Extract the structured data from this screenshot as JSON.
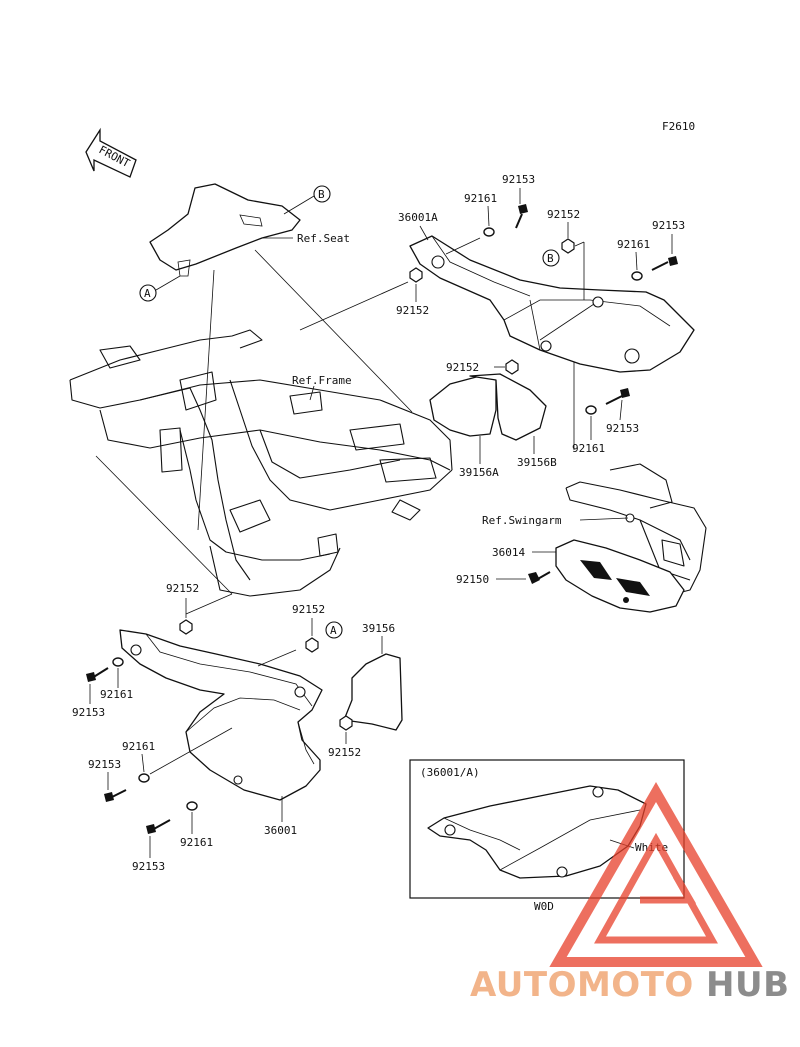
{
  "figure_code": "F2610",
  "front_arrow": "FRONT",
  "labels": {
    "ref_seat": "Ref.Seat",
    "ref_frame": "Ref.Frame",
    "ref_swingarm": "Ref.Swingarm",
    "p36001A": "36001A",
    "p92161_a": "92161",
    "p92153_a": "92153",
    "p92152_a": "92152",
    "p92153_b": "92153",
    "p92161_b": "92161",
    "p92152_b": "92152",
    "p92152_c": "92152",
    "p92161_c": "92161",
    "p92153_c": "92153",
    "p39156A": "39156A",
    "p39156B": "39156B",
    "p36014": "36014",
    "p92150": "92150",
    "p92152_d": "92152",
    "p92152_e": "92152",
    "p39156": "39156",
    "p92161_d": "92161",
    "p92153_d": "92153",
    "p92161_e": "92161",
    "p92153_e": "92153",
    "p92152_f": "92152",
    "p92161_f": "92161",
    "p36001": "36001",
    "p92153_f": "92153"
  },
  "callouts": {
    "a1": "A",
    "a2": "A",
    "b1": "B",
    "b2": "B"
  },
  "inset": {
    "title": "(36001/A)",
    "color_note": "White",
    "code": "W0D"
  },
  "watermark": {
    "part1": "AUTOMOTO",
    "part2": "HUB",
    "color1": "#f2b48a",
    "color2": "#8c8c8c",
    "logo_color": "#e8402a"
  }
}
